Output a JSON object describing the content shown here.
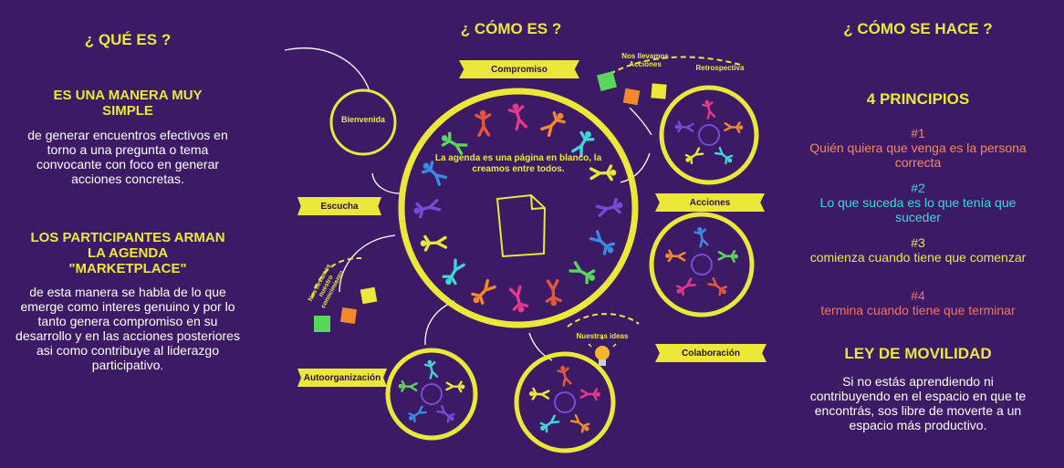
{
  "colors": {
    "background": "#3d1a66",
    "accent_yellow": "#ece83a",
    "text_white": "#ffffff",
    "principle_1": "#f28a5a",
    "principle_2": "#3fd6d6",
    "principle_3": "#ece83a",
    "principle_4": "#f2745a"
  },
  "left": {
    "heading": "¿ QUÉ ES ?",
    "block1_title": "ES UNA MANERA MUY SIMPLE",
    "block1_body": "de generar encuentros efectivos en torno a una pregunta o tema convocante con foco en generar acciones concretas.",
    "block2_title": "LOS PARTICIPANTES ARMAN LA AGENDA \"MARKETPLACE\"",
    "block2_body": "de esta manera se habla de lo que emerge como interes genuino y por lo tanto genera compromiso en su desarrollo y en las acciones posteriores asi como contribuye al liderazgo participativo."
  },
  "center": {
    "heading": "¿ CÓMO ES ?",
    "agenda_text": "La agenda es una página en blanco, la creamos entre todos.",
    "bienvenida": "Bienvenida",
    "banners": {
      "compromiso": "Compromiso",
      "escucha": "Escucha",
      "acciones": "Acciones",
      "colaboracion": "Colaboración",
      "autoorganizacion": "Autoorganización"
    },
    "retrospectiva": "Retrospectiva",
    "nos_llevamos_acciones": "Nos llevamos Acciones",
    "nos_llevamos_conocimiento": "Nos llevamos nuestro conocimiento",
    "nuestras_ideas": "Nuestras ideas",
    "people_colors": [
      "#e23a8a",
      "#f28a2a",
      "#3fd6d6",
      "#ece83a",
      "#7a4ad6",
      "#3a8ae2",
      "#5ad65a",
      "#e2583a"
    ]
  },
  "right": {
    "heading": "¿ CÓMO SE HACE ?",
    "principles_title": "4 PRINCIPIOS",
    "principles": [
      {
        "num": "#1",
        "text": "Quién quiera que venga es la persona correcta"
      },
      {
        "num": "#2",
        "text": "Lo que suceda es lo que tenía que suceder"
      },
      {
        "num": "#3",
        "text": "comienza cuando tiene que comenzar"
      },
      {
        "num": "#4",
        "text": "termina cuando tiene que terminar"
      }
    ],
    "ley_title": "LEY DE MOVILIDAD",
    "ley_body": "Si no estás aprendiendo ni contribuyendo en el espacio en que te encontrás, sos libre de moverte a un espacio más productivo."
  }
}
